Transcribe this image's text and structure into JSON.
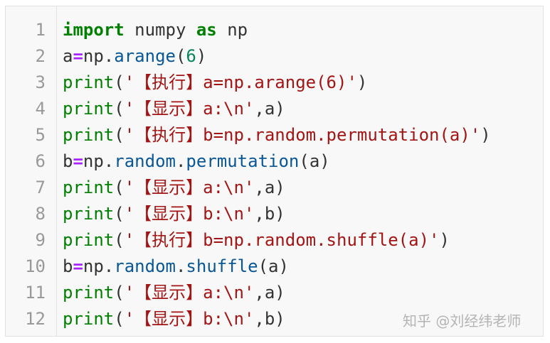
{
  "line_numbers": [
    "1",
    "2",
    "3",
    "4",
    "5",
    "6",
    "7",
    "8",
    "9",
    "10",
    "11",
    "12"
  ],
  "lines": [
    [
      {
        "t": "import",
        "c": "kw"
      },
      {
        "t": " numpy ",
        "c": "plain"
      },
      {
        "t": "as",
        "c": "kw"
      },
      {
        "t": " np",
        "c": "plain"
      }
    ],
    [
      {
        "t": "a",
        "c": "plain"
      },
      {
        "t": "=",
        "c": "op"
      },
      {
        "t": "np.",
        "c": "plain"
      },
      {
        "t": "arange",
        "c": "attr"
      },
      {
        "t": "(",
        "c": "plain"
      },
      {
        "t": "6",
        "c": "num"
      },
      {
        "t": ")",
        "c": "plain"
      }
    ],
    [
      {
        "t": "print",
        "c": "fn"
      },
      {
        "t": "(",
        "c": "plain"
      },
      {
        "t": "'【执行】a=np.arange(6)'",
        "c": "str"
      },
      {
        "t": ")",
        "c": "plain"
      }
    ],
    [
      {
        "t": "print",
        "c": "fn"
      },
      {
        "t": "(",
        "c": "plain"
      },
      {
        "t": "'【显示】a:\\n'",
        "c": "str"
      },
      {
        "t": ",a)",
        "c": "plain"
      }
    ],
    [
      {
        "t": "print",
        "c": "fn"
      },
      {
        "t": "(",
        "c": "plain"
      },
      {
        "t": "'【执行】b=np.random.permutation(a)'",
        "c": "str"
      },
      {
        "t": ")",
        "c": "plain"
      }
    ],
    [
      {
        "t": "b",
        "c": "plain"
      },
      {
        "t": "=",
        "c": "op"
      },
      {
        "t": "np.",
        "c": "plain"
      },
      {
        "t": "random",
        "c": "attr"
      },
      {
        "t": ".",
        "c": "plain"
      },
      {
        "t": "permutation",
        "c": "attr"
      },
      {
        "t": "(a)",
        "c": "plain"
      }
    ],
    [
      {
        "t": "print",
        "c": "fn"
      },
      {
        "t": "(",
        "c": "plain"
      },
      {
        "t": "'【显示】a:\\n'",
        "c": "str"
      },
      {
        "t": ",a)",
        "c": "plain"
      }
    ],
    [
      {
        "t": "print",
        "c": "fn"
      },
      {
        "t": "(",
        "c": "plain"
      },
      {
        "t": "'【显示】b:\\n'",
        "c": "str"
      },
      {
        "t": ",b)",
        "c": "plain"
      }
    ],
    [
      {
        "t": "print",
        "c": "fn"
      },
      {
        "t": "(",
        "c": "plain"
      },
      {
        "t": "'【执行】b=np.random.shuffle(a)'",
        "c": "str"
      },
      {
        "t": ")",
        "c": "plain"
      }
    ],
    [
      {
        "t": "b",
        "c": "plain"
      },
      {
        "t": "=",
        "c": "op"
      },
      {
        "t": "np.",
        "c": "plain"
      },
      {
        "t": "random",
        "c": "attr"
      },
      {
        "t": ".",
        "c": "plain"
      },
      {
        "t": "shuffle",
        "c": "attr"
      },
      {
        "t": "(a)",
        "c": "plain"
      }
    ],
    [
      {
        "t": "print",
        "c": "fn"
      },
      {
        "t": "(",
        "c": "plain"
      },
      {
        "t": "'【显示】a:\\n'",
        "c": "str"
      },
      {
        "t": ",a)",
        "c": "plain"
      }
    ],
    [
      {
        "t": "print",
        "c": "fn"
      },
      {
        "t": "(",
        "c": "plain"
      },
      {
        "t": "'【显示】b:\\n'",
        "c": "str"
      },
      {
        "t": ",b)",
        "c": "plain"
      }
    ]
  ],
  "watermark": "知乎 @刘经纬老师",
  "colors": {
    "keyword": "#008000",
    "attribute": "#0a5796",
    "string": "#a31515",
    "number": "#098658",
    "operator": "#aa22ff",
    "line_number": "#999999"
  }
}
